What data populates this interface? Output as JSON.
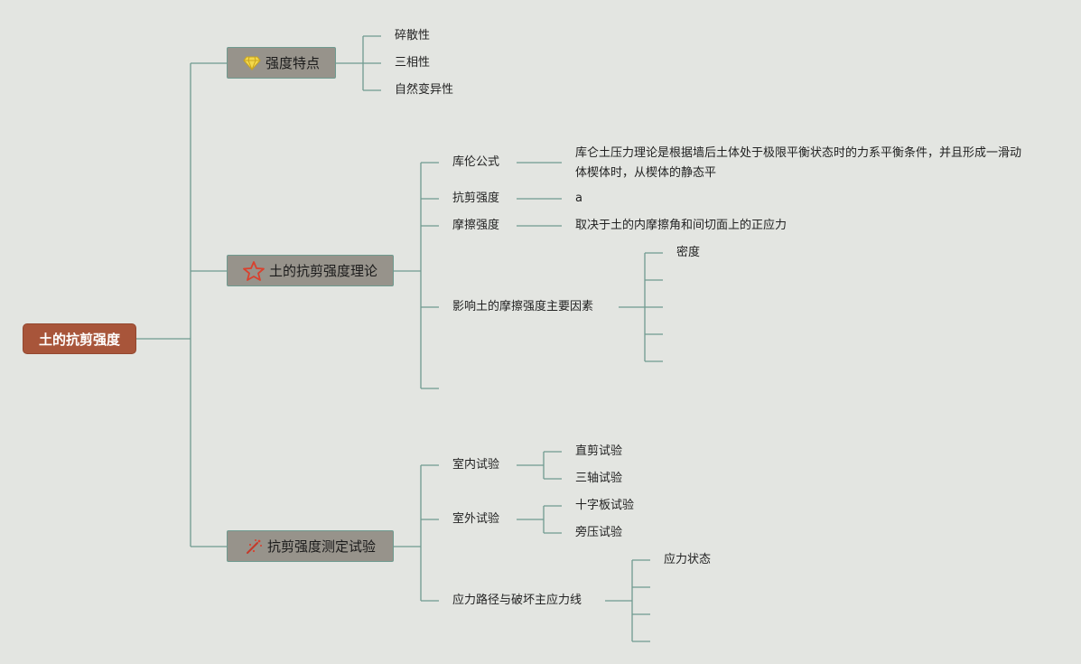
{
  "colors": {
    "background": "#e3e5e1",
    "root_fill": "#a8553a",
    "topic_fill": "#97938b",
    "connector": "#6f9a8f"
  },
  "root": {
    "label": "土的抗剪强度"
  },
  "topics": [
    {
      "label": "强度特点",
      "icon": "diamond-icon",
      "children": [
        {
          "label": "碎散性"
        },
        {
          "label": "三相性"
        },
        {
          "label": "自然变异性"
        }
      ]
    },
    {
      "label": "土的抗剪强度理论",
      "icon": "star-icon",
      "children": [
        {
          "label": "库伦公式",
          "note": "库仑土压力理论是根据墙后土体处于极限平衡状态时的力系平衡条件，并且形成一滑动体楔体时，从楔体的静态平"
        },
        {
          "label": "抗剪强度",
          "note": "a"
        },
        {
          "label": "摩擦强度",
          "note": "取决于土的内摩擦角和间切面上的正应力"
        },
        {
          "label": "影响土的摩擦强度主要因素",
          "children": [
            {
              "label": "密度"
            },
            {
              "label": ""
            },
            {
              "label": ""
            },
            {
              "label": ""
            },
            {
              "label": ""
            }
          ]
        },
        {
          "label": ""
        }
      ]
    },
    {
      "label": "抗剪强度测定试验",
      "icon": "fireworks-icon",
      "children": [
        {
          "label": "室内试验",
          "children": [
            {
              "label": "直剪试验"
            },
            {
              "label": "三轴试验"
            }
          ]
        },
        {
          "label": "室外试验",
          "children": [
            {
              "label": "十字板试验"
            },
            {
              "label": "旁压试验"
            }
          ]
        },
        {
          "label": "应力路径与破坏主应力线",
          "children": [
            {
              "label": "应力状态"
            },
            {
              "label": ""
            },
            {
              "label": ""
            },
            {
              "label": ""
            }
          ]
        }
      ]
    }
  ]
}
